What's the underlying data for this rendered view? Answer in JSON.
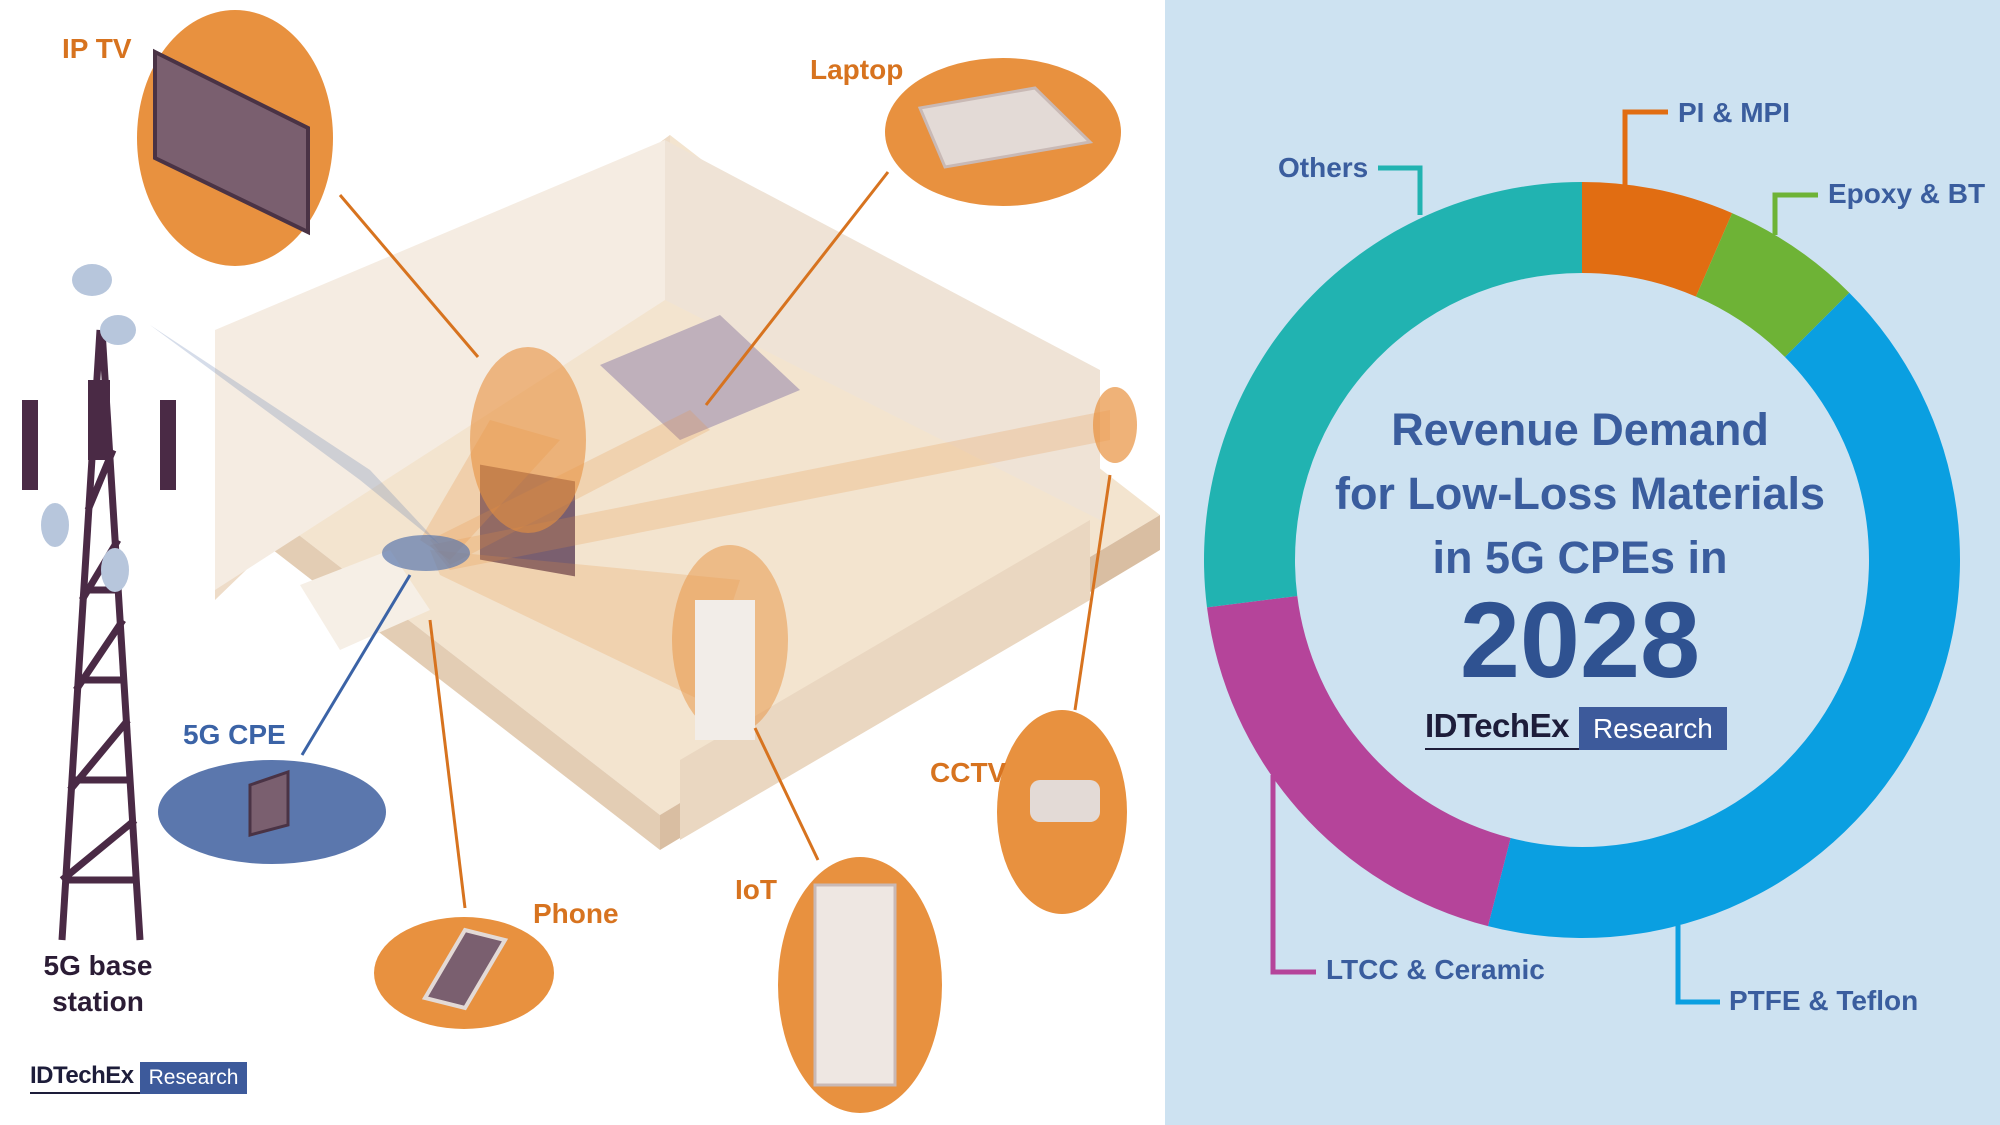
{
  "illustration": {
    "device_labels": {
      "ip_tv": "IP TV",
      "laptop": "Laptop",
      "cpe": "5G CPE",
      "cctv": "CCTV",
      "phone": "Phone",
      "iot": "IoT"
    },
    "base_station_line1": "5G base",
    "base_station_line2": "station",
    "accent_color": "#e8913f",
    "cpe_color": "#5b77ad"
  },
  "brand": {
    "name": "IDTechEx",
    "tag": "Research",
    "tag_color": "#3d5a9b"
  },
  "center": {
    "title_line1": "Revenue Demand",
    "title_line2": "for Low-Loss Materials",
    "title_line3": "in 5G CPEs in",
    "year": "2028"
  },
  "chart_data": {
    "type": "pie",
    "donut": true,
    "title": "Revenue Demand for Low-Loss Materials in 5G CPEs in 2028",
    "categories": [
      "PI & MPI",
      "Epoxy & BT",
      "PTFE & Teflon",
      "LTCC & Ceramic",
      "Others"
    ],
    "values": [
      6.5,
      6,
      41.5,
      19,
      27
    ],
    "unit": "% of revenue (estimated from arc sizes)",
    "colors": [
      "#e16d12",
      "#6eb336",
      "#0a9fe1",
      "#b5449a",
      "#21b3b1"
    ],
    "label_colors": [
      "#3a5d9e",
      "#3a5d9e",
      "#3a5d9e",
      "#3a5d9e",
      "#3a5d9e"
    ]
  }
}
